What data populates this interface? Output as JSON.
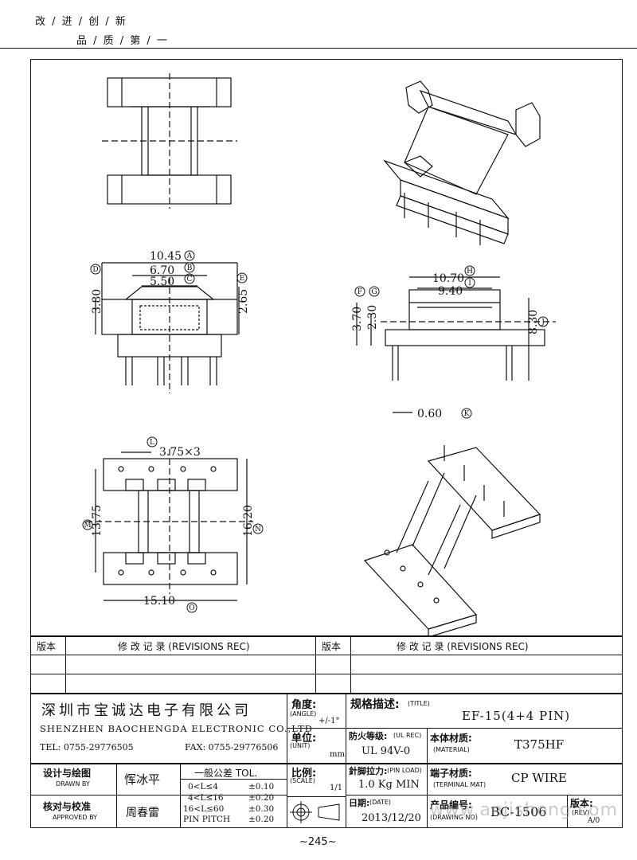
{
  "slogan": {
    "line1": "改 / 进 / 创 / 新",
    "line2": "品 / 质 / 第 / 一"
  },
  "dims": {
    "A": "10.45",
    "B": "6.70",
    "C": "5.50",
    "D": "3.80",
    "E": "2.65",
    "H": "10.70",
    "I": "9.40",
    "F": "3.70",
    "G": "2.30",
    "J": "8.30",
    "K": "0.60",
    "L": "3.75×3",
    "M": "13.75",
    "N": "16.20",
    "O": "15.10"
  },
  "letters": {
    "A": "A",
    "B": "B",
    "C": "C",
    "D": "D",
    "E": "E",
    "F": "F",
    "G": "G",
    "H": "H",
    "I": "I",
    "J": "J",
    "K": "K",
    "L": "L",
    "M": "M",
    "N": "N",
    "O": "O"
  },
  "revisions": {
    "left_label": "版本",
    "left_text": "修 改 记 录  (REVISIONS REC)",
    "right_label": "版本",
    "right_text": "修 改 记 录  (REVISIONS REC)"
  },
  "company": {
    "cn": "深圳市宝诚达电子有限公司",
    "en": "SHENZHEN BAOCHENGDA ELECTRONIC CO.,LTD",
    "tel": "TEL: 0755-29776505",
    "fax": "FAX: 0755-29776506"
  },
  "title_block": {
    "angle_label": "角度:",
    "angle_en": "(ANGLE)",
    "angle_val": "+/-1°",
    "unit_label": "单位:",
    "unit_en": "(UNIT)",
    "unit_val": "mm",
    "scale_label": "比例:",
    "scale_en": "(SCALE)",
    "scale_val": "1/1",
    "title_label": "规格描述:",
    "title_en": "(TITLE)",
    "title_val": "EF-15(4+4 PIN)",
    "fire_label": "防火等级:",
    "fire_en": "(UL REC)",
    "fire_val": "UL 94V-0",
    "material_label": "本体材质:",
    "material_en": "(MATERIAL)",
    "material_val": "T375HF",
    "pinload_label": "針脚拉力:",
    "pinload_en": "(PIN LOAD)",
    "pinload_val": "1.0 Kg MIN",
    "terminal_label": "端子材质:",
    "terminal_en": "(TERMINAL MAT)",
    "terminal_val": "CP WIRE",
    "date_label": "日期:",
    "date_en": "(DATE)",
    "date_val": "2013/12/20",
    "drawing_label": "产品编号:",
    "drawing_en": "(DRAWING NO)",
    "drawing_val": "BC-1506",
    "rev_label": "版本:",
    "rev_en": "(REV)",
    "rev_val": "A/0",
    "design_label": "设计与绘图",
    "design_en": "DRAWN BY",
    "design_val": "恽冰平",
    "approve_label": "核对与校准",
    "approve_en": "APPROVED BY",
    "approve_val": "周春雷",
    "tol_title": "一般公差 TOL.",
    "tol_rows": [
      {
        "range": "0<L≤4",
        "val": "±0.10"
      },
      {
        "range": "4<L≤16",
        "val": "±0.20"
      },
      {
        "range": "16<L≤60",
        "val": "±0.30"
      },
      {
        "range": "PIN PITCH",
        "val": "±0.20"
      }
    ]
  },
  "page_number": "~245~",
  "watermark": "www.anjisheng.com"
}
